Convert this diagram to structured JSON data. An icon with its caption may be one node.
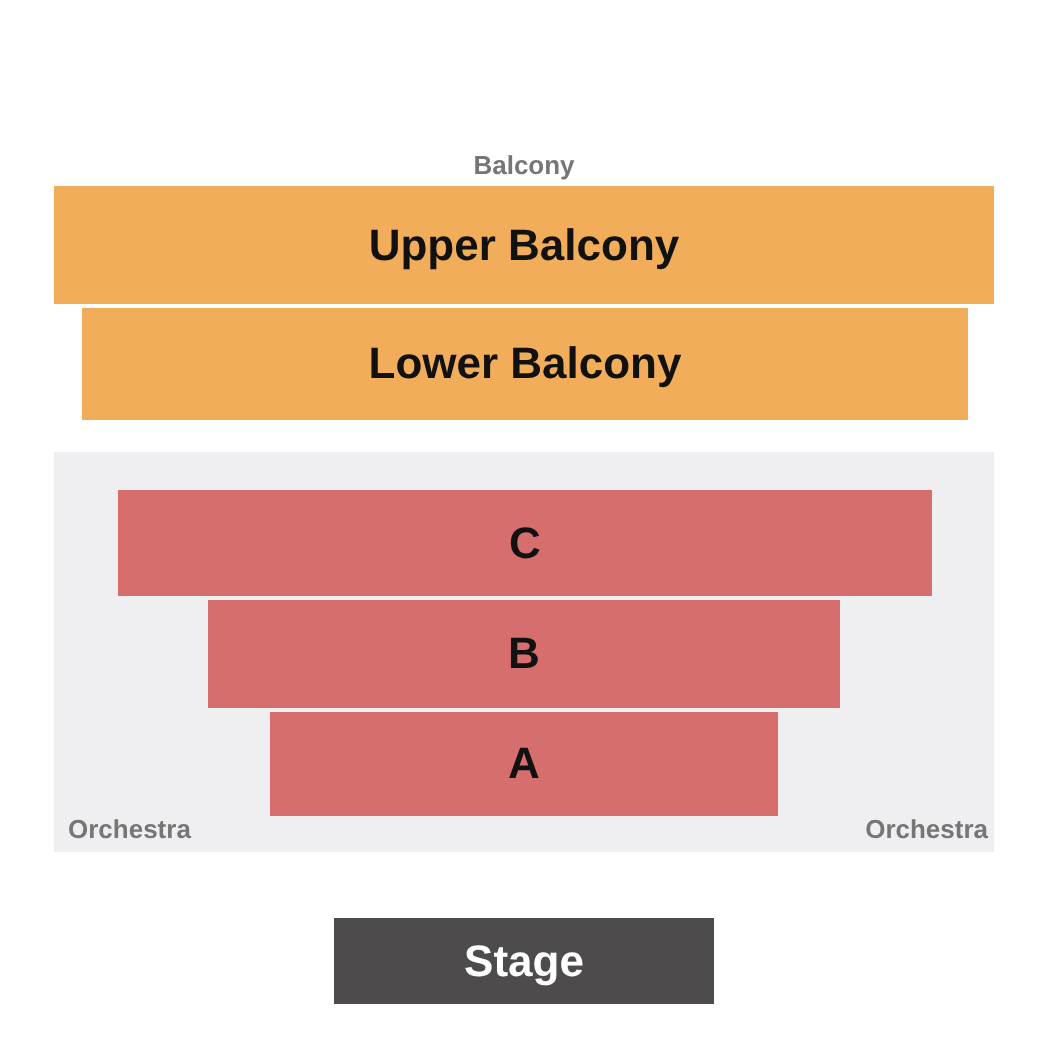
{
  "diagram": {
    "nodes": [
      {
        "text": [
          "Upper Balcony"
        ]
      },
      {
        "text": [
          "Lower Balcony"
        ]
      },
      {
        "text": [
          "Orchestra",
          "Orchestra"
        ]
      },
      {
        "text": [
          "C"
        ],
        "in": 2
      },
      {
        "text": [
          "B"
        ],
        "in": 2
      },
      {
        "text": [
          "A"
        ],
        "in": 2
      },
      {
        "text": [
          "Stage"
        ]
      }
    ],
    "labels": [
      "Balcony"
    ]
  }
}
